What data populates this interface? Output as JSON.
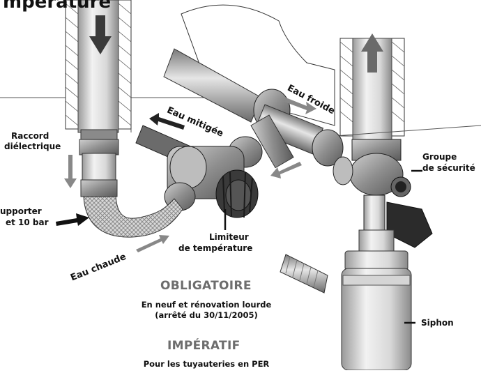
{
  "title_fragment": "mpérature",
  "labels": {
    "raccord_dielectrique": [
      "Raccord",
      "diélectrique"
    ],
    "groupe_securite": [
      "Groupe",
      "de sécurité"
    ],
    "supporter": [
      "upporter",
      "et 10 bar"
    ],
    "limiteur": [
      "Limiteur",
      "de température"
    ],
    "siphon": "Siphon"
  },
  "flows": {
    "eau_mitigee": "Eau mitigée",
    "eau_froide": "Eau froide",
    "eau_chaude": "Eau chaude"
  },
  "notes": {
    "obligatoire": "OBLIGATOIRE",
    "obligatoire_detail": [
      "En neuf et rénovation lourde",
      "(arrêté du 30/11/2005)"
    ],
    "imperatif": "IMPÉRATIF",
    "imperatif_detail": "Pour les tuyauteries en PER"
  }
}
